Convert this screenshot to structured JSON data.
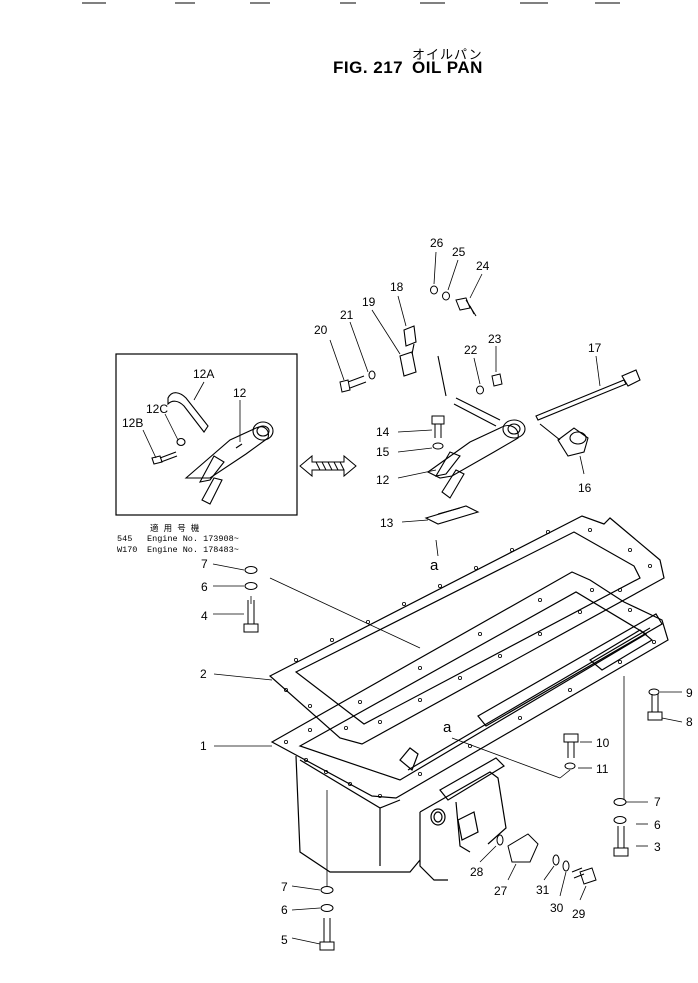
{
  "header": {
    "japanese_title": "オイルパン",
    "figure": "FIG. 217",
    "name": "OIL PAN"
  },
  "applicability": {
    "heading": "適 用 号 機",
    "rows": [
      {
        "model": "545",
        "engine": "Engine No. 173908~"
      },
      {
        "model": "W170",
        "engine": "Engine No. 178483~"
      }
    ]
  },
  "ref_mark": "a",
  "inset": {
    "labels": [
      "12A",
      "12C",
      "12B",
      "12"
    ]
  },
  "callouts": [
    "1",
    "2",
    "3",
    "4",
    "5",
    "6",
    "7",
    "8",
    "9",
    "10",
    "11",
    "12",
    "13",
    "14",
    "15",
    "16",
    "17",
    "18",
    "19",
    "20",
    "21",
    "22",
    "23",
    "24",
    "25",
    "26",
    "27",
    "28",
    "29",
    "30",
    "31"
  ],
  "colors": {
    "line": "#000000",
    "background": "#ffffff"
  }
}
